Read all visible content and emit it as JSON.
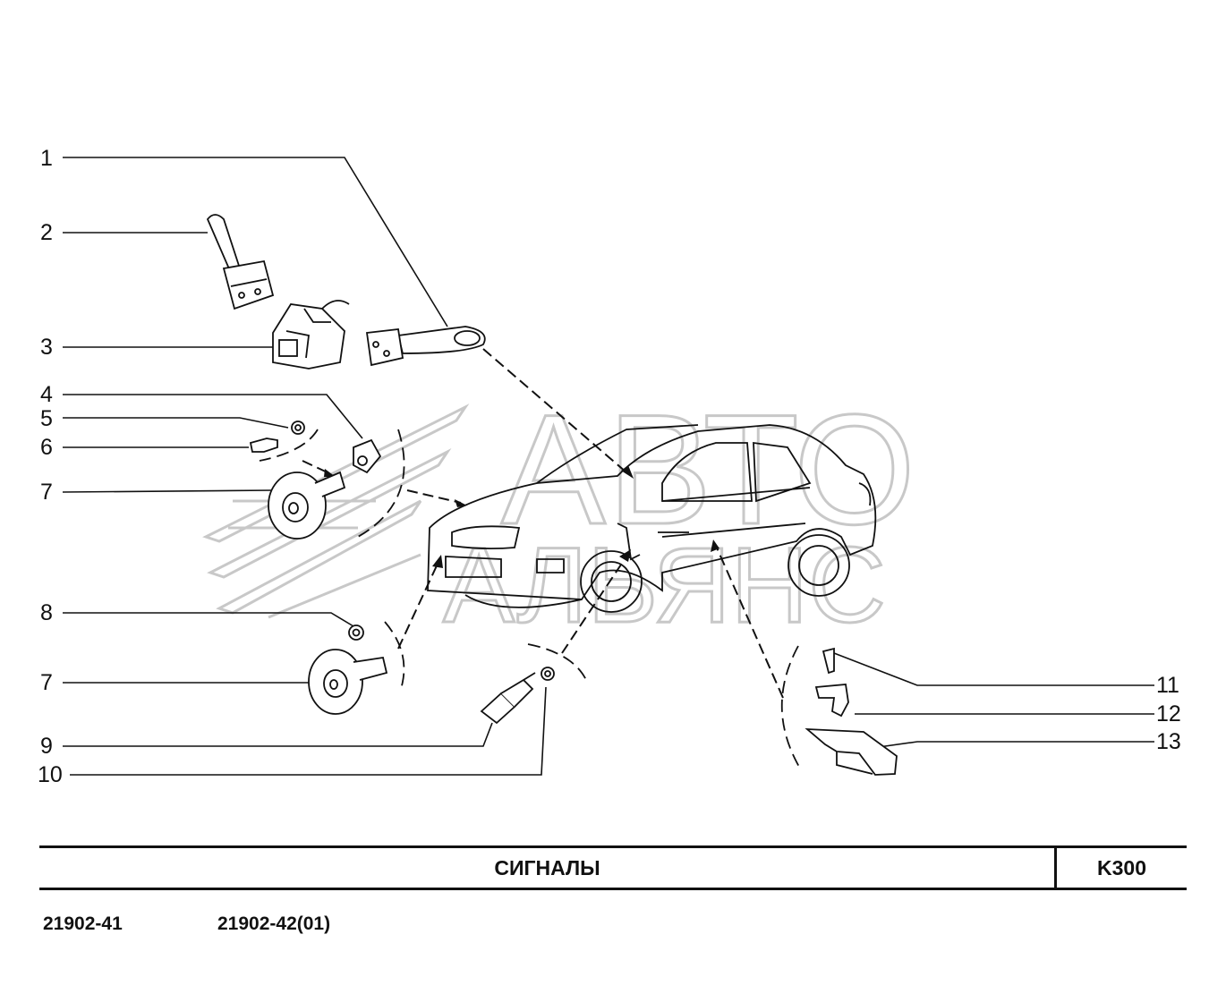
{
  "callouts": {
    "c1": "1",
    "c2": "2",
    "c3": "3",
    "c4": "4",
    "c5": "5",
    "c6": "6",
    "c7a": "7",
    "c8": "8",
    "c7b": "7",
    "c9": "9",
    "c10": "10",
    "c11": "11",
    "c12": "12",
    "c13": "13"
  },
  "title_block": {
    "title": "СИГНАЛЫ",
    "code": "K300"
  },
  "models": {
    "m1": "21902-41",
    "m2": "21902-42(01)"
  },
  "watermark": {
    "line1": "АВТО",
    "line2": "АЛЬЯНС",
    "color": "#cfcfcf"
  },
  "colors": {
    "ink": "#111111",
    "background": "#ffffff"
  }
}
